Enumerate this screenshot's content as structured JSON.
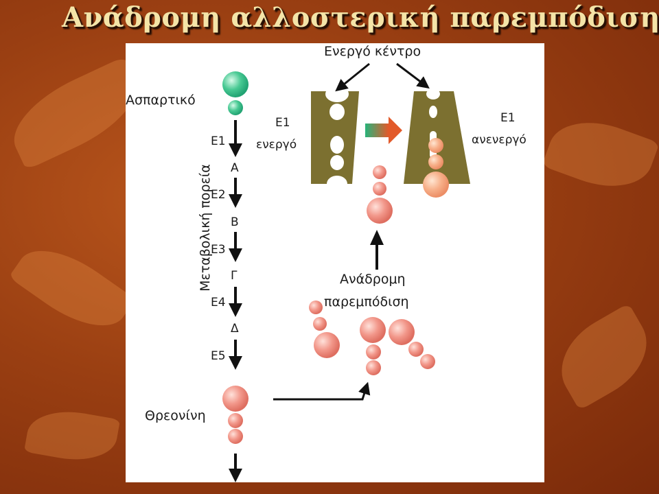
{
  "slide": {
    "title": "Ανάδρομη αλλοστερική παρεμπόδιση",
    "colors": {
      "background": "#9a3f12",
      "title": "#f4e4a8",
      "panel": "#ffffff"
    }
  },
  "diagram": {
    "active_site_label": "Ενεργό κέντρο",
    "substrate_label": "Ασπαρτικό",
    "pathway_label": "Μεταβολική πορεία",
    "enzymes": [
      "E1",
      "E2",
      "E3",
      "E4",
      "E5"
    ],
    "intermediates": [
      "A",
      "B",
      "Γ",
      "Δ"
    ],
    "product_label": "Θρεονίνη",
    "enzyme_active_label": [
      "E1",
      "ενεργό"
    ],
    "enzyme_inactive_label": [
      "E1",
      "ανενεργό"
    ],
    "inhibition_label": [
      "Ανάδρομη",
      "παρεμπόδιση"
    ],
    "colors": {
      "enzyme": "#7c7030",
      "substrate": "#2fb784",
      "product": "#f08a7c",
      "arrow": "#111111"
    }
  }
}
